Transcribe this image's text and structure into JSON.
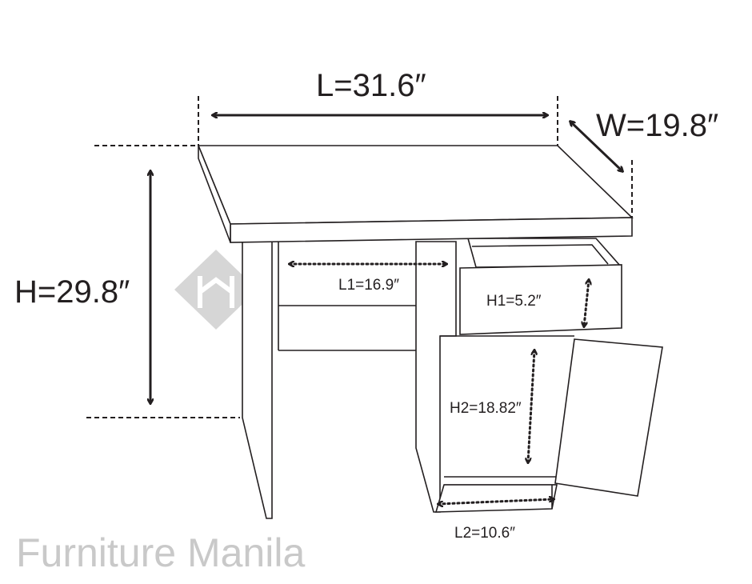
{
  "title": "Desk dimensions diagram",
  "watermark": {
    "text": "Furniture Manila",
    "color": "#c9c9c9"
  },
  "dimensions": {
    "length": "L=31.6″",
    "width": "W=19.8″",
    "height": "H=29.8″",
    "l1": "L1=16.9″",
    "h1": "H1=5.2″",
    "h2": "H2=18.82″",
    "l2": "L2=10.6″"
  },
  "colors": {
    "line": "#231f20",
    "background": "#ffffff"
  }
}
